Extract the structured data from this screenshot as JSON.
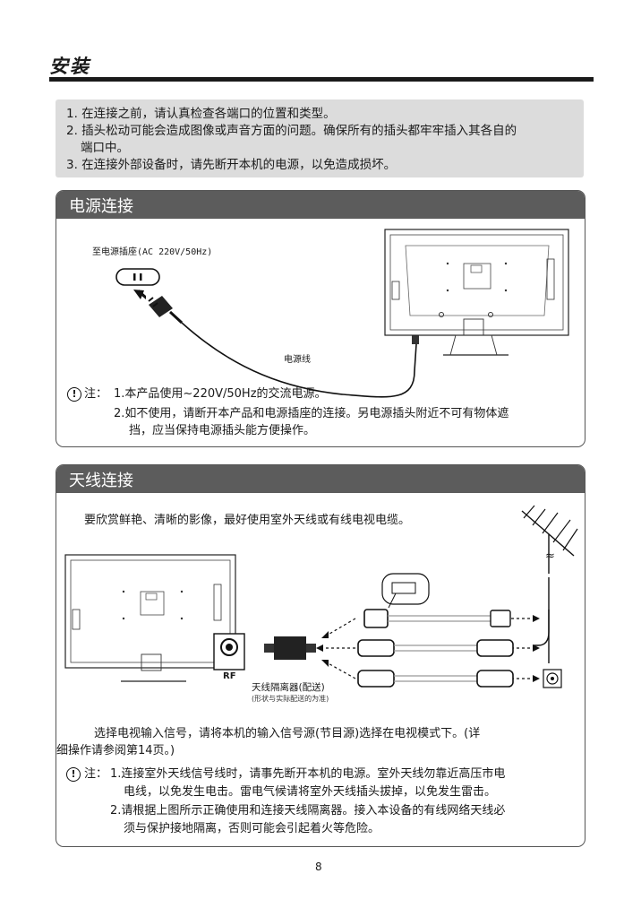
{
  "page": {
    "title": "安装",
    "page_number": "8"
  },
  "notices": [
    "1. 在连接之前，请认真检查各端口的位置和类型。",
    "2. 插头松动可能会造成图像或声音方面的问题。确保所有的插头都牢牢插入其各自的",
    "端口中。",
    "3. 在连接外部设备时，请先断开本机的电源，以免造成损坏。"
  ],
  "power_section": {
    "title": "电源连接",
    "socket_label": "至电源插座(AC 220V/50Hz)",
    "cord_label": "电源线",
    "note_label": "注：",
    "note_1": "1.本产品使用~220V/50Hz的交流电源。",
    "note_2_line1": "2.如不使用，请断开本产品和电源插座的连接。另电源插头附近不可有物体遮",
    "note_2_line2": "挡，应当保持电源插头能方便操作。"
  },
  "antenna_section": {
    "title": "天线连接",
    "intro": "要欣赏鲜艳、清晰的影像，最好使用室外天线或有线电视电缆。",
    "rf_label": "RF",
    "isolator_label": "天线隔离器(配送)",
    "isolator_sub": "(形状与实际配送的为准)",
    "tilde": "≈",
    "instruction_line1": "选择电视输入信号，请将本机的输入信号源(节目源)选择在电视模式下。(详",
    "instruction_line2": "细操作请参阅第14页。)",
    "note_label": "注：",
    "note_1_line1": "1.连接室外天线信号线时，请事先断开本机的电源。室外天线勿靠近高压市电",
    "note_1_line2": "电线，以免发生电击。雷电气候请将室外天线插头拔掉，以免发生雷击。",
    "note_2_line1": "2.请根据上图所示正确使用和连接天线隔离器。接入本设备的有线网络天线必",
    "note_2_line2": "须与保护接地隔离，否则可能会引起着火等危险。"
  }
}
